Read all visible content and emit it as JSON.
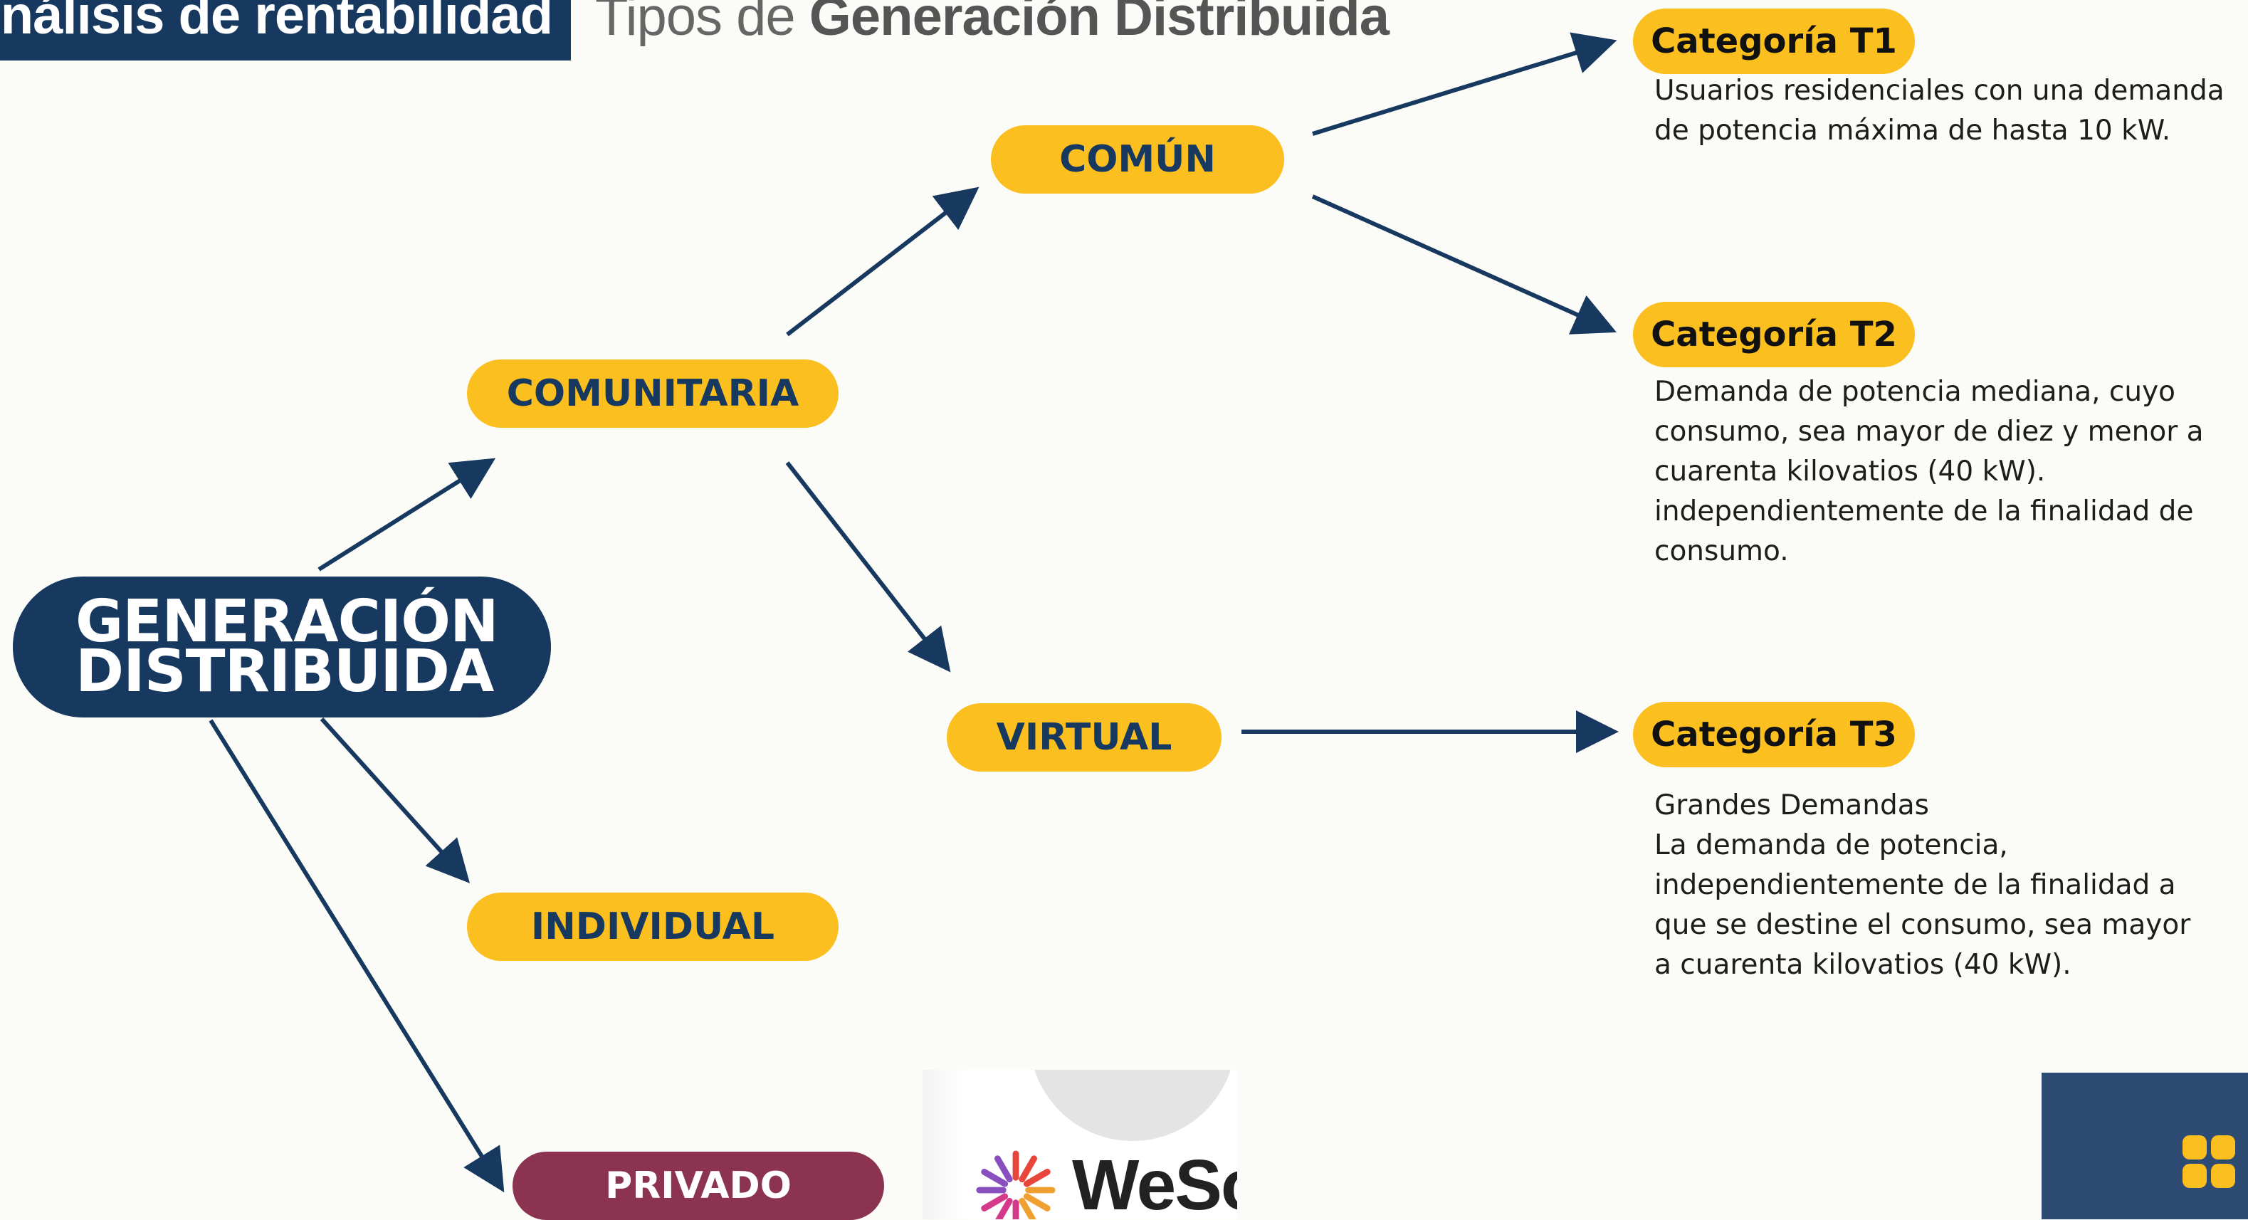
{
  "header": {
    "title": "nálisis de rentabilidad",
    "subtitle_prefix": "Tipos de ",
    "subtitle_bold": "Generación Distribuida"
  },
  "nodes": {
    "root_line1": "GENERACIÓN",
    "root_line2": "DISTRIBUIDA",
    "comunitaria": "COMUNITARIA",
    "individual": "INDIVIDUAL",
    "privado": "PRIVADO",
    "comun": "COMÚN",
    "virtual": "VIRTUAL"
  },
  "categories": [
    {
      "label": "Categoría T1",
      "lines": [
        "Usuarios residenciales con una demanda",
        "de potencia máxima de hasta 10 kW."
      ]
    },
    {
      "label": "Categoría T2",
      "lines": [
        "Demanda de potencia mediana, cuyo",
        "consumo, sea mayor de diez y menor a",
        "cuarenta kilovatios (40 kW).",
        "independientemente de la finalidad de",
        "consumo."
      ]
    },
    {
      "label": "Categoría T3",
      "lines": [
        "Grandes Demandas",
        "La demanda de potencia,",
        "independientemente de la finalidad a",
        "que se destine el consumo, sea mayor",
        "a cuarenta kilovatios (40 kW)."
      ]
    }
  ],
  "logo": {
    "text": "WeSolar"
  },
  "colors": {
    "navy": "#17385f",
    "yellow": "#fbbf1f",
    "maroon": "#8c3352"
  }
}
